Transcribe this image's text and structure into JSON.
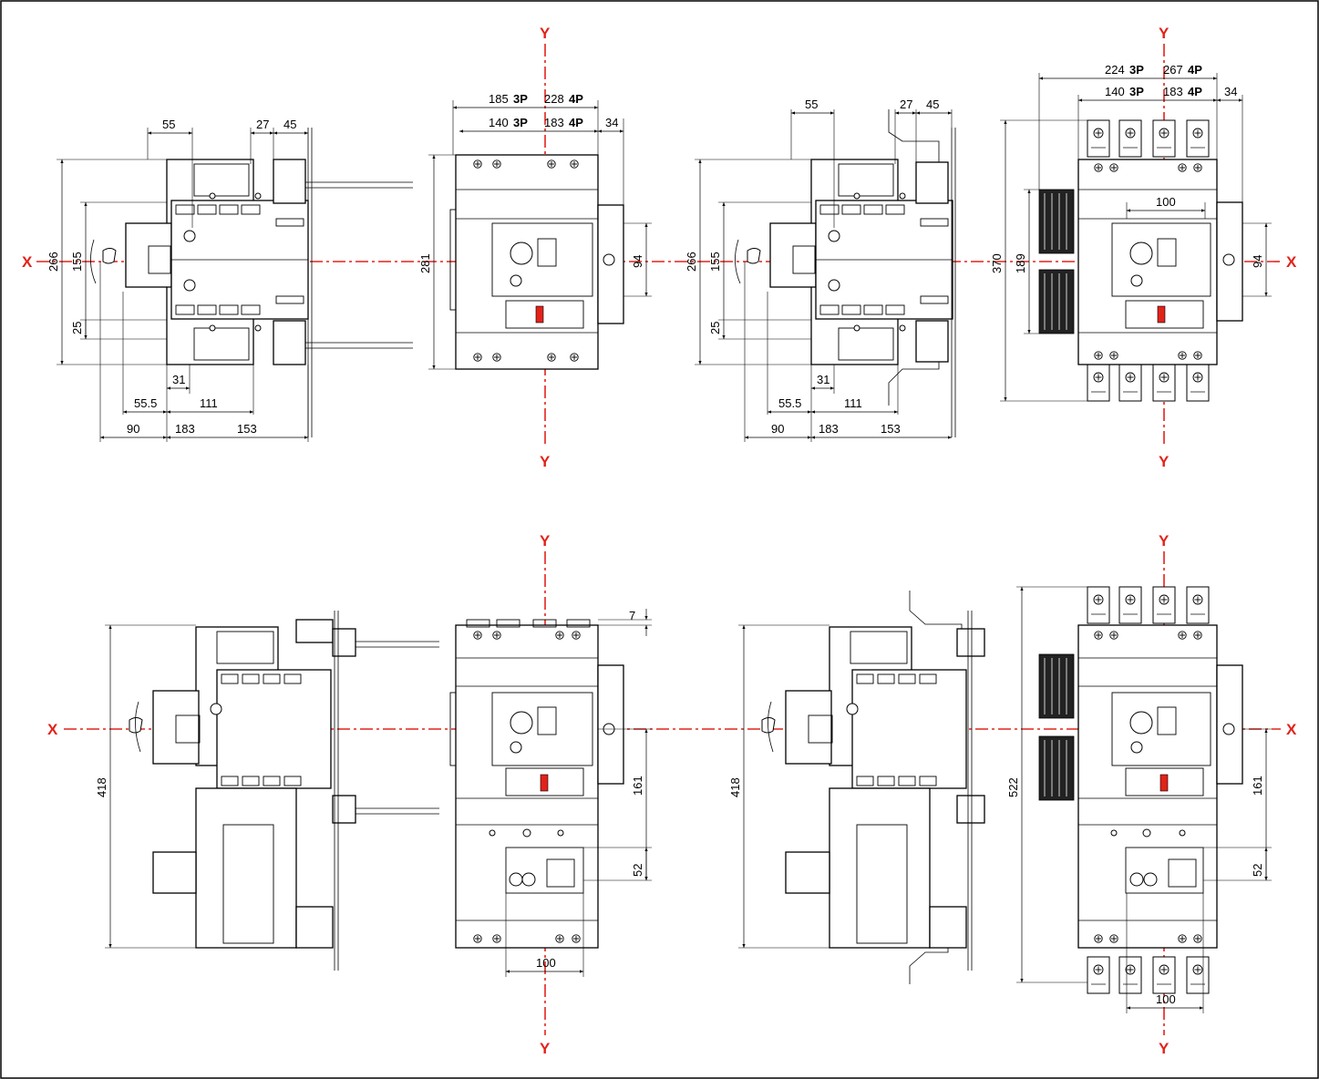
{
  "axes": {
    "x_label": "X",
    "y_label": "Y"
  },
  "views": {
    "top_left_side": {
      "d_55": "55",
      "d_27": "27",
      "d_45": "45",
      "d_266": "266",
      "d_155": "155",
      "d_25": "25",
      "d_31": "31",
      "d_55_5": "55.5",
      "d_111": "111",
      "d_90": "90",
      "d_183": "183",
      "d_153": "153"
    },
    "top_left_front": {
      "d_185": "185",
      "p3_a": "3P",
      "d_228": "228",
      "p4_a": "4P",
      "d_140": "140",
      "p3_b": "3P",
      "d_183": "183",
      "p4_b": "4P",
      "d_34": "34",
      "d_281": "281",
      "d_94": "94"
    },
    "top_right_side": {
      "d_55": "55",
      "d_27": "27",
      "d_45": "45",
      "d_266": "266",
      "d_155": "155",
      "d_25": "25",
      "d_31": "31",
      "d_55_5": "55.5",
      "d_111": "111",
      "d_90": "90",
      "d_183": "183",
      "d_153": "153"
    },
    "top_right_front": {
      "d_224": "224",
      "p3_a": "3P",
      "d_267": "267",
      "p4_a": "4P",
      "d_140": "140",
      "p3_b": "3P",
      "d_183": "183",
      "p4_b": "4P",
      "d_34": "34",
      "d_100": "100",
      "d_370": "370",
      "d_189": "189",
      "d_94": "94"
    },
    "bottom_left_side": {
      "d_418": "418"
    },
    "bottom_left_front": {
      "d_7": "7",
      "d_161": "161",
      "d_52": "52",
      "d_100": "100"
    },
    "bottom_right_side": {
      "d_418": "418"
    },
    "bottom_right_front": {
      "d_522": "522",
      "d_161": "161",
      "d_52": "52",
      "d_100": "100"
    }
  }
}
